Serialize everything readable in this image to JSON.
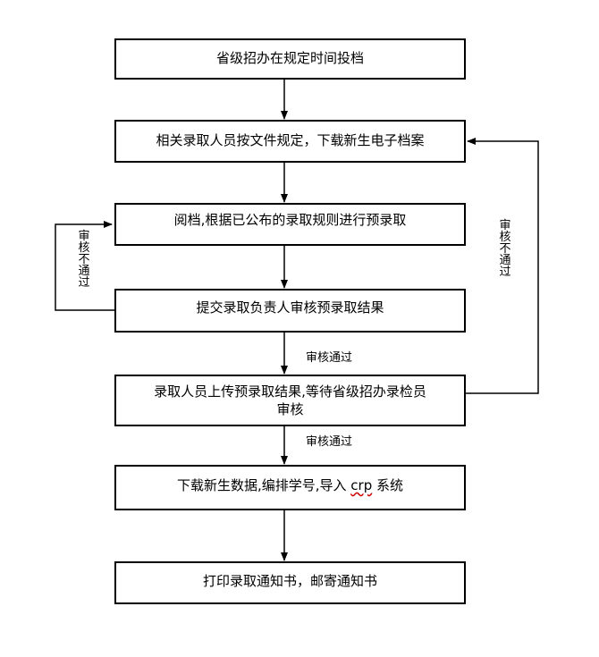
{
  "steps": {
    "s1": "省级招办在规定时间投档",
    "s2": "相关录取人员按文件规定，下载新生电子档案",
    "s3": "阅档,根据已公布的录取规则进行预录取",
    "s4": "提交录取负责人审核预录取结果",
    "s5_line1": "录取人员上传预录取结果,等待省级招办录检员",
    "s5_line2": "审核",
    "s6_pre": "下载新生数据,编排学号,导入",
    "s6_crp": "crp",
    "s6_post": "系统",
    "s7": "打印录取通知书，邮寄通知书"
  },
  "labels": {
    "pass_1": "审核通过",
    "pass_2": "审核通过",
    "fail_left": "审核不通过",
    "fail_right": "审核不通过"
  }
}
